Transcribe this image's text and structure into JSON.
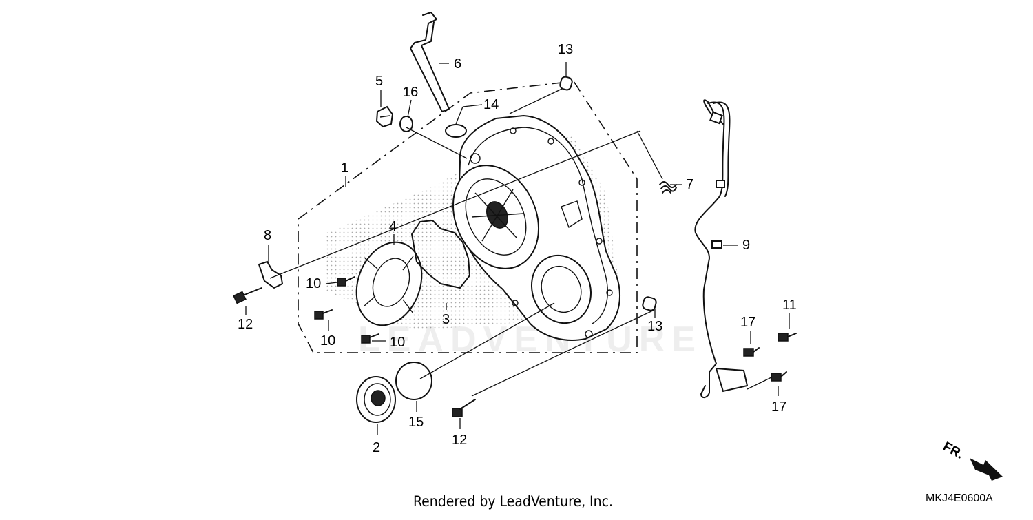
{
  "watermark": "LEADVENTURE",
  "footer": {
    "credit": "Rendered by LeadVenture, Inc.",
    "diagram_code": "MKJ4E0600A"
  },
  "direction_marker": "FR.",
  "callouts": {
    "c1": "1",
    "c2": "2",
    "c3": "3",
    "c4": "4",
    "c5": "5",
    "c6": "6",
    "c7": "7",
    "c8": "8",
    "c9": "9",
    "c10a": "10",
    "c10b": "10",
    "c10c": "10",
    "c11": "11",
    "c12a": "12",
    "c12b": "12",
    "c13a": "13",
    "c13b": "13",
    "c14": "14",
    "c15": "15",
    "c16": "16",
    "c17a": "17",
    "c17b": "17"
  }
}
